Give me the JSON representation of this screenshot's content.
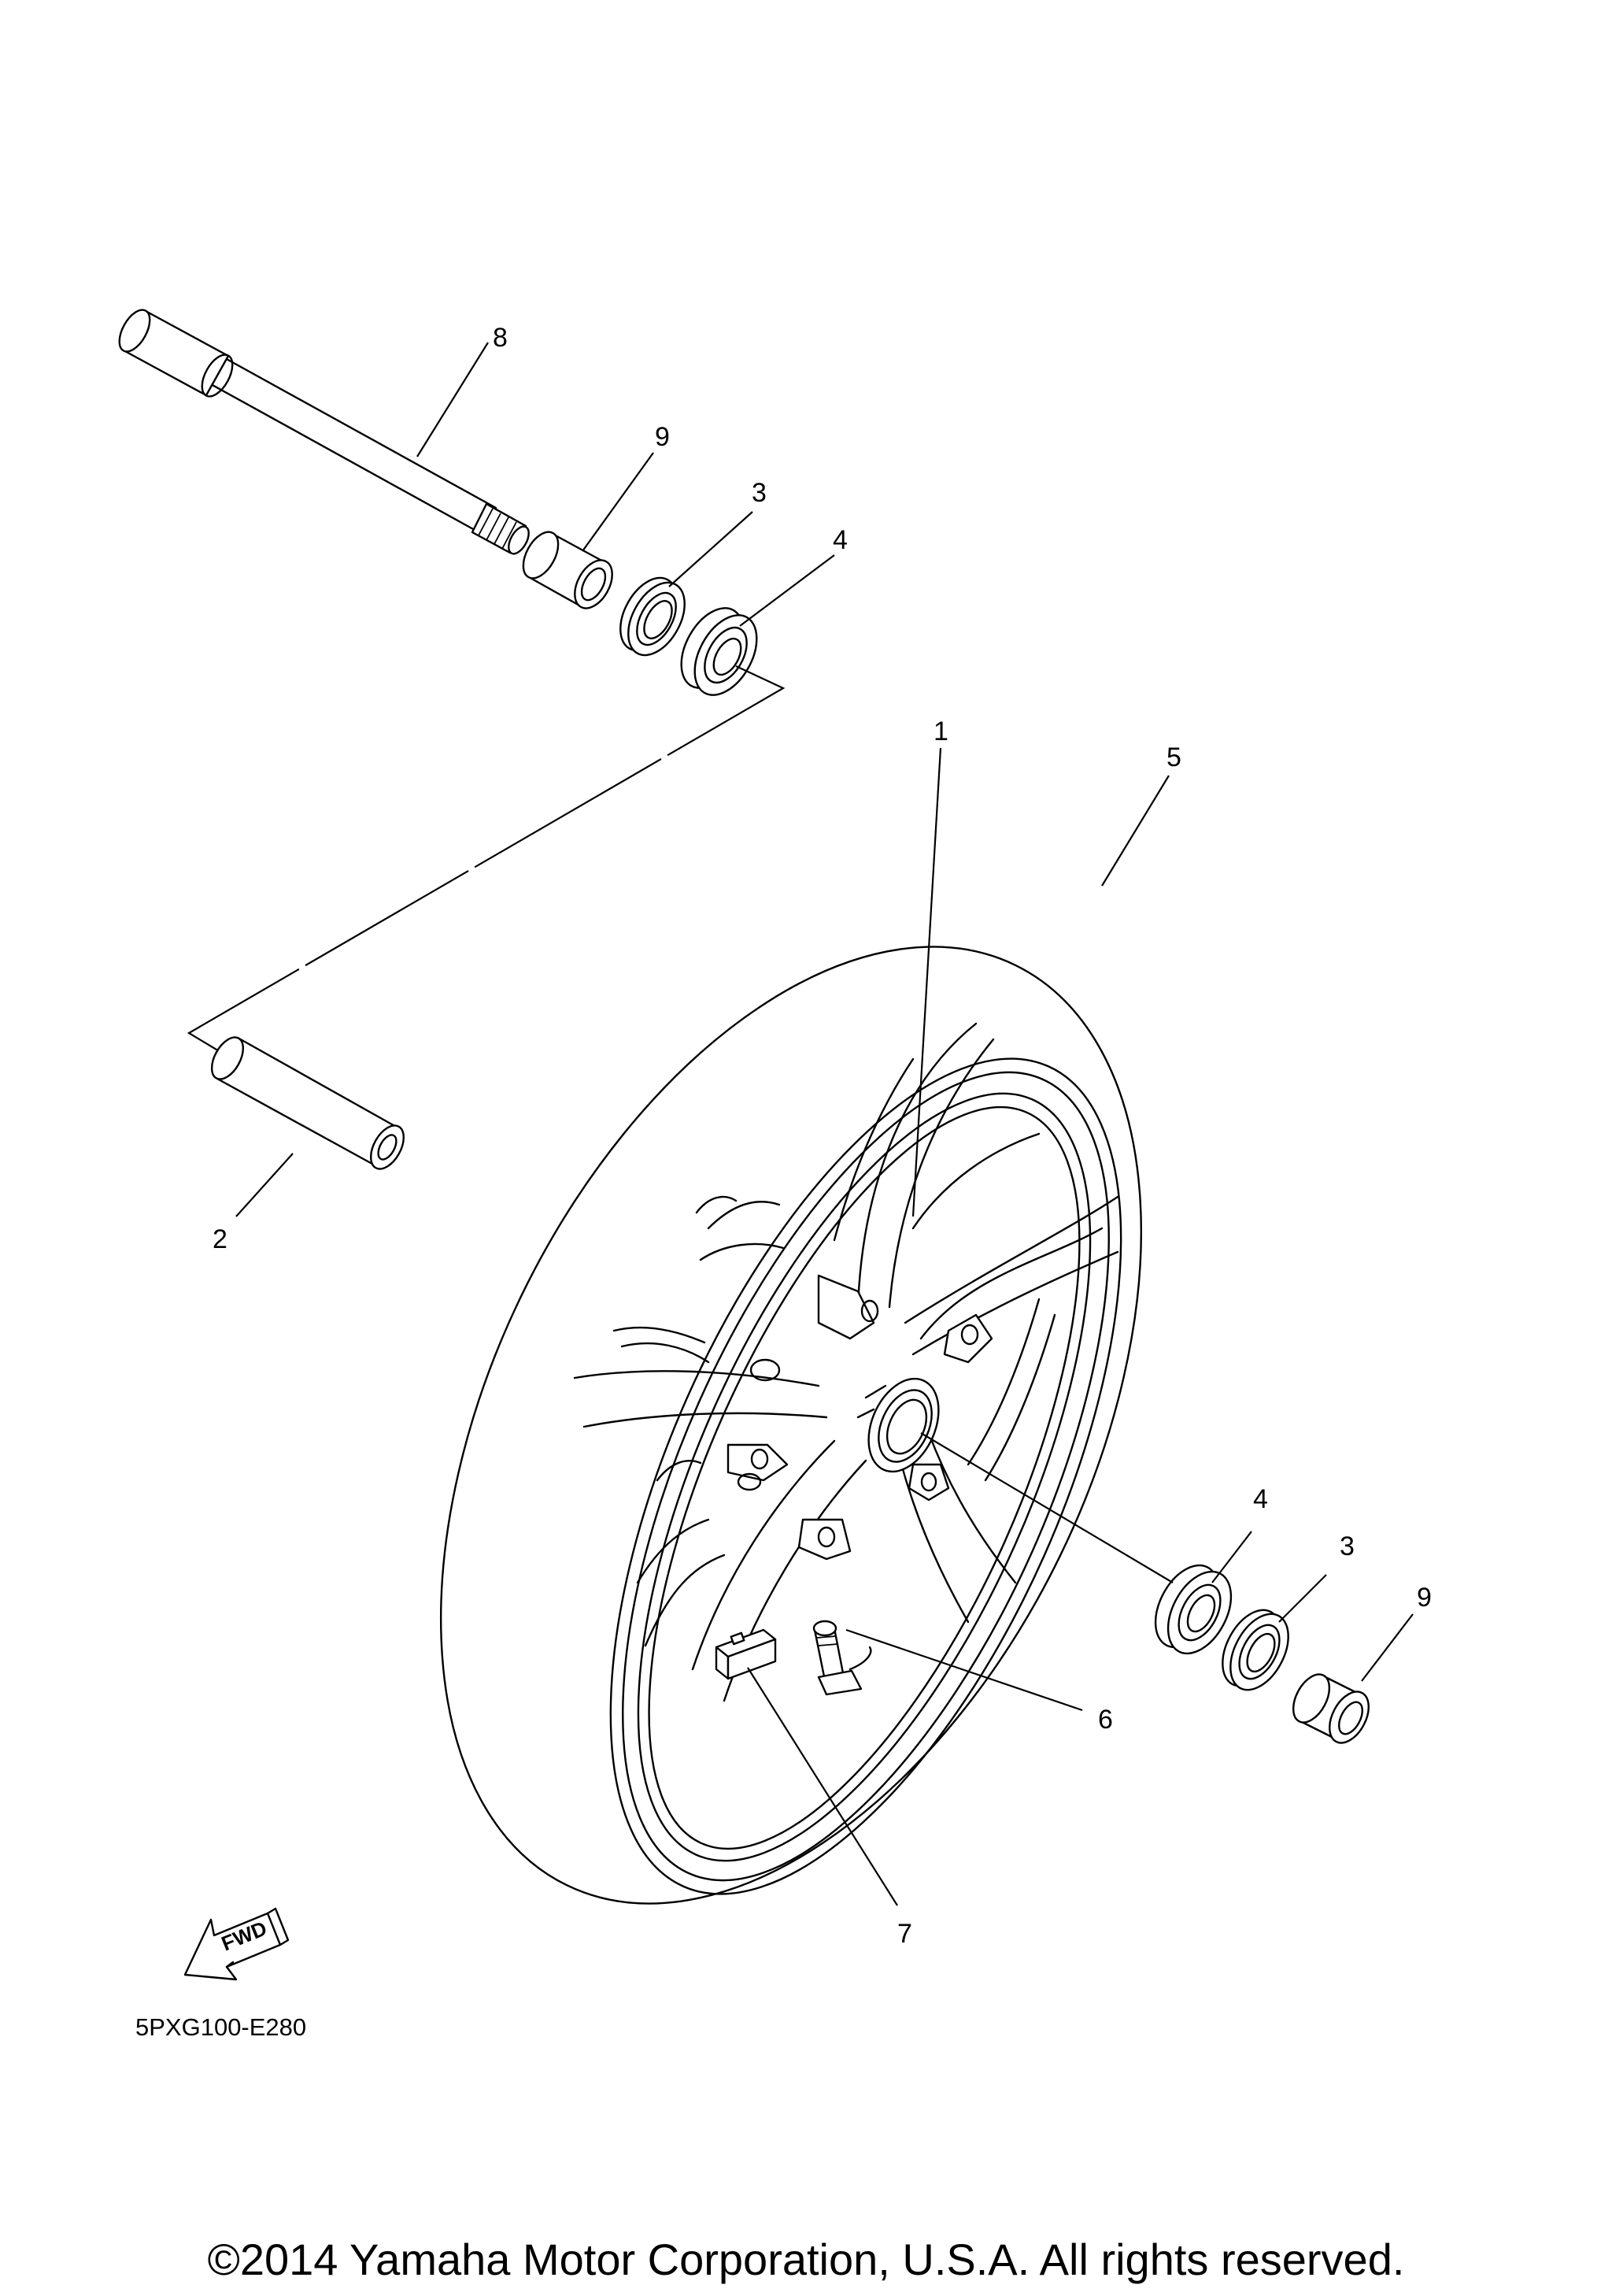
{
  "callouts": {
    "c1": "1",
    "c2": "2",
    "c3_top": "3",
    "c3_right": "3",
    "c4_top": "4",
    "c4_right": "4",
    "c5": "5",
    "c6": "6",
    "c7": "7",
    "c8": "8",
    "c9_top": "9",
    "c9_right": "9"
  },
  "fwd_label": "FWD",
  "diagram_code": "5PXG100-E280",
  "copyright": "©2014 Yamaha Motor Corporation, U.S.A. All rights reserved."
}
